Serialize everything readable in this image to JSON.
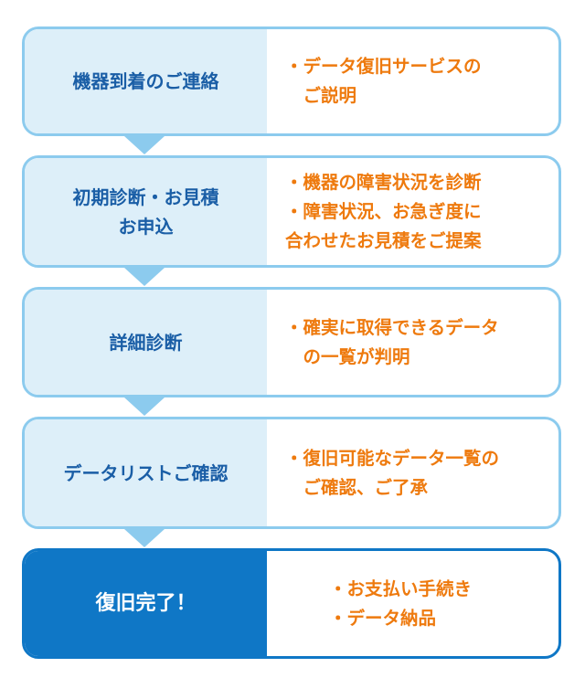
{
  "steps": [
    {
      "title_lines": [
        "機器到着のご連絡"
      ],
      "desc_lines": [
        "・データ復旧サービスの",
        "　ご説明"
      ]
    },
    {
      "title_lines": [
        "初期診断・お見積",
        "お申込"
      ],
      "desc_lines": [
        "・機器の障害状況を診断",
        "・障害状況、お急ぎ度に",
        "合わせたお見積をご提案"
      ]
    },
    {
      "title_lines": [
        "詳細診断"
      ],
      "desc_lines": [
        "・確実に取得できるデータ",
        "　の一覧が判明"
      ]
    },
    {
      "title_lines": [
        "データリストご確認"
      ],
      "desc_lines": [
        "・復旧可能なデータ一覧の",
        "　ご確認、ご了承"
      ]
    },
    {
      "title_lines": [
        "復旧完了！"
      ],
      "desc_lines": [
        "・お支払い手続き",
        "・データ納品"
      ]
    }
  ],
  "colors": {
    "step_border": "#8ccbee",
    "step_label_bg": "#ddeff9",
    "title_text": "#1a5ea6",
    "desc_text": "#ee7a0e",
    "final_accent": "#0f77c6",
    "final_title_text": "#ffffff"
  }
}
